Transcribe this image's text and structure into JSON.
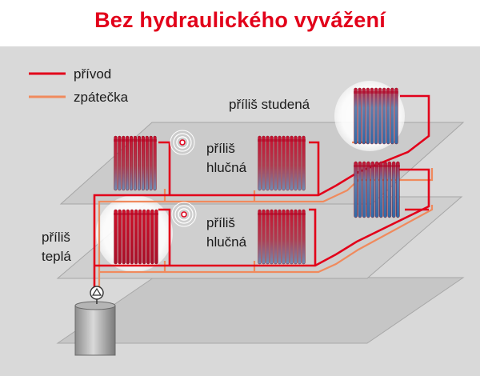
{
  "title": "Bez hydraulického vyvážení",
  "legend": {
    "supply_label": "přívod",
    "return_label": "zpátečka",
    "supply_color": "#e2001a",
    "return_color": "#f08a5d"
  },
  "labels": {
    "too_cold": "příliš studená",
    "too_noisy_top": [
      "příliš",
      "hlučná"
    ],
    "too_noisy_bottom": [
      "příliš",
      "hlučná"
    ],
    "too_warm": [
      "příliš",
      "teplá"
    ]
  },
  "icons": [
    "noise-icon",
    "pump-icon",
    "boiler-icon",
    "radiator-icon"
  ]
}
